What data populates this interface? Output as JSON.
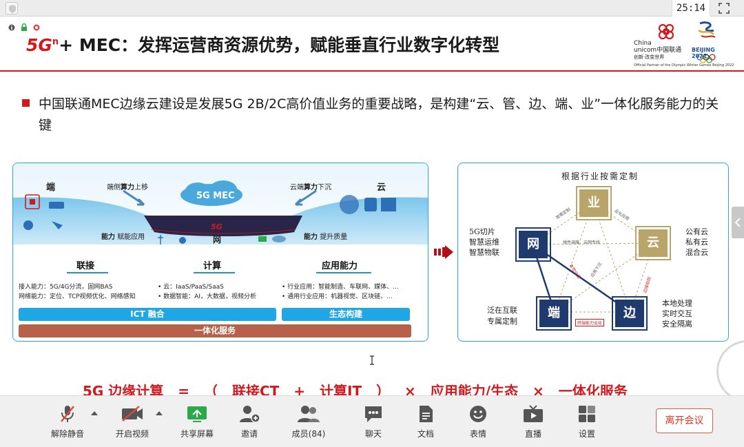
{
  "window": {
    "timer": "25:14"
  },
  "slide": {
    "title_prefix": "5G",
    "title_sup": "n",
    "title_main": "+ MEC：发挥运营商资源优势，赋能垂直行业数字化转型",
    "brand": {
      "cu_line1": "China",
      "cu_line2": "unicom中国联通",
      "cu_line3": "创新·改变世界",
      "beijing": "BEIJING 2022",
      "partner": "Official Partner of the Olympic Winter Games Beijing 2022"
    },
    "bullet": "中国联通MEC边缘云建设是发展5G 2B/2C高价值业务的重要战略，是构建“云、管、边、端、业”一体化服务能力的关键",
    "left_panel": {
      "end_label": "端",
      "cloud_label": "云",
      "left_top_note_a": "端侧",
      "left_top_note_b": "算力",
      "left_top_note_c": "上移",
      "right_top_note_a": "云端",
      "right_top_note_b": "算力",
      "right_top_note_c": "下沉",
      "mec_label": "5G MEC",
      "capability_a": "能力",
      "capability_b": "赋能应用",
      "quality_a": "能力",
      "quality_b": "提升质量",
      "net_sup": "5G",
      "net_label": "网",
      "sections": [
        {
          "title": "联接",
          "lines": [
            "接入能力：5G/4G分流，固网BAS",
            "网络能力：定位、TCP视频优化、网络感知"
          ]
        },
        {
          "title": "计算",
          "lines": [
            "• 云：IaaS/PaaS/SaaS",
            "• 数据智能：AI，大数据，视频分析"
          ]
        },
        {
          "title": "应用能力",
          "lines": [
            "• 行业应用：智能制造、车联网、媒体、...",
            "• 通用行业应用：机器视觉、区块链、..."
          ]
        }
      ],
      "bar_ict": "ICT 融合",
      "bar_eco": "生态构建",
      "bar_service": "一体化服务"
    },
    "right_panel": {
      "top_caption": "根据行业按需定制",
      "node_ye": "业",
      "node_wang": "网",
      "node_yun": "云",
      "node_duan": "端",
      "node_bian": "边",
      "left_caption": [
        "5G切片",
        "智慧运维",
        "智慧物联"
      ],
      "right_caption": [
        "公有云",
        "私有云",
        "混合云"
      ],
      "bottom_left_caption": [
        "泛在互联",
        "专属定制"
      ],
      "bottom_right_caption": [
        "本地处理",
        "实时交互",
        "安全隔离"
      ],
      "edge_labels": {
        "ye_wang": "按需定制",
        "ye_yun": "云化应用",
        "wang_yun": "弹性调度，云网专线",
        "duan_bian": "终端能力云化",
        "bian_yun": "边缘协同",
        "center_a": "本地分流",
        "center_b": "应用下沉"
      }
    },
    "formula": [
      "5G 边缘计算",
      "=",
      "（",
      "联接CT",
      "+",
      "计算IT",
      "）",
      "×",
      "应用能力/生态",
      "×",
      "一体化服务"
    ]
  },
  "toolbar": {
    "items": [
      {
        "label": "解除静音",
        "icon": "mic-muted-icon"
      },
      {
        "label": "开启视频",
        "icon": "camera-off-icon"
      },
      {
        "label": "共享屏幕",
        "icon": "share-screen-icon"
      },
      {
        "label": "邀请",
        "icon": "invite-user-icon"
      },
      {
        "label": "成员(84)",
        "icon": "members-icon"
      },
      {
        "label": "聊天",
        "icon": "chat-icon"
      },
      {
        "label": "文档",
        "icon": "document-icon"
      },
      {
        "label": "表情",
        "icon": "emoji-icon"
      },
      {
        "label": "直播",
        "icon": "live-stream-icon"
      },
      {
        "label": "设置",
        "icon": "settings-icon"
      }
    ],
    "leave": "离开会议"
  },
  "colors": {
    "accent_red": "#d2191e",
    "panel_blue": "#2fa6d8",
    "bar_blue": "#1ea7e4",
    "bar_brown": "#b7614a",
    "node_navy": "#1f3a6e",
    "node_gold": "#b9a56a",
    "share_green": "#2aa84a"
  }
}
